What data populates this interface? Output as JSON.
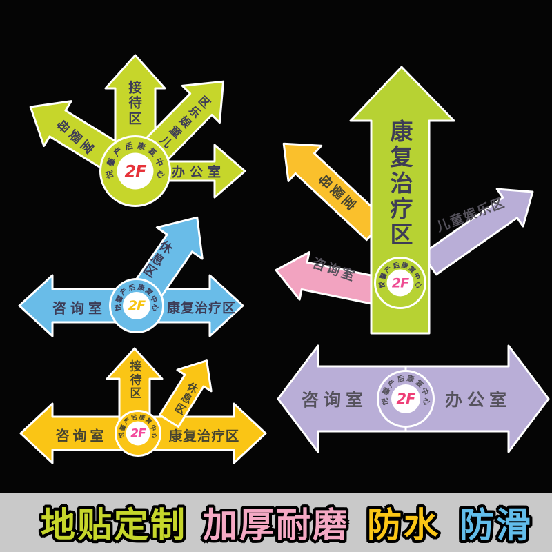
{
  "brand": {
    "center_label": "悦馨产后康复中心",
    "floor": "2F"
  },
  "signs": {
    "top_left": {
      "up": "接待区",
      "up_left": "母婴室",
      "up_right": "儿童娱乐区",
      "right": "办公室",
      "color": "#c6d62b",
      "floor_color": "#e6333a"
    },
    "mid_left": {
      "left": "咨询室",
      "right": "康复治疗区",
      "diagonal": "休息区",
      "color": "#69bce8",
      "floor_color": "#f7c513"
    },
    "bottom_left": {
      "up": "接待区",
      "diagonal": "休息区",
      "left": "咨询室",
      "right": "康复治疗区",
      "color": "#fac515",
      "floor_color": "#f3499c"
    },
    "right": {
      "main": "康复治疗区",
      "up_left": "母婴室",
      "left": "咨询室",
      "right": "儿童娱乐区",
      "color": "#b7d233",
      "up_left_color": "#fac02c",
      "left_color": "#f2a3c0",
      "right_color": "#b9aed7",
      "floor_color": "#ee4b92"
    },
    "bottom_right": {
      "left": "咨询室",
      "right": "办公室",
      "color": "#b9aed7",
      "floor_color": "#ee3f77"
    }
  },
  "banner": {
    "bg": "#c9c9c9",
    "items": [
      {
        "text": "地贴定制",
        "color": "#c6d62b"
      },
      {
        "text": "加厚耐磨",
        "color": "#f4a9c4"
      },
      {
        "text": "防水",
        "color": "#fbc616"
      },
      {
        "text": "防滑",
        "color": "#62bdea"
      }
    ]
  }
}
